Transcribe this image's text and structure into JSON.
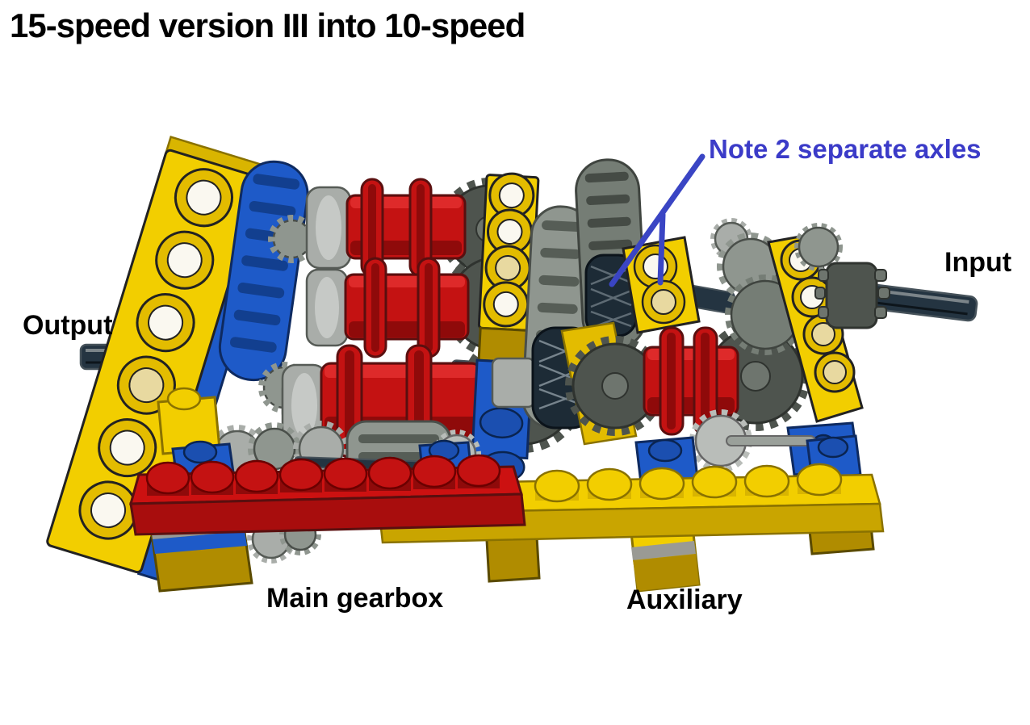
{
  "title": "15-speed version III into 10-speed",
  "annotation": {
    "text": "Note 2 separate axles",
    "text_color": "#3b3bc8",
    "arrow_color": "#3a45c4"
  },
  "labels": {
    "output": "Output",
    "input": "Input",
    "main_gearbox": "Main gearbox",
    "auxiliary": "Auxiliary"
  },
  "colors": {
    "background": "#ffffff",
    "title_text": "#000000",
    "label_text": "#000000",
    "lego_yellow": "#f2ce00",
    "lego_yellow_dark": "#c9a500",
    "lego_gold": "#b08c00",
    "lego_red": "#c41212",
    "lego_red_dark": "#8f0a0a",
    "lego_blue": "#1e5ac8",
    "lego_blue_dark": "#123f8f",
    "gear_gray_light": "#a9ada9",
    "gear_gray": "#8f968f",
    "gear_gray_mid": "#757d75",
    "gear_gray_dark": "#4e544e",
    "axle_navy": "#1d2b36"
  }
}
